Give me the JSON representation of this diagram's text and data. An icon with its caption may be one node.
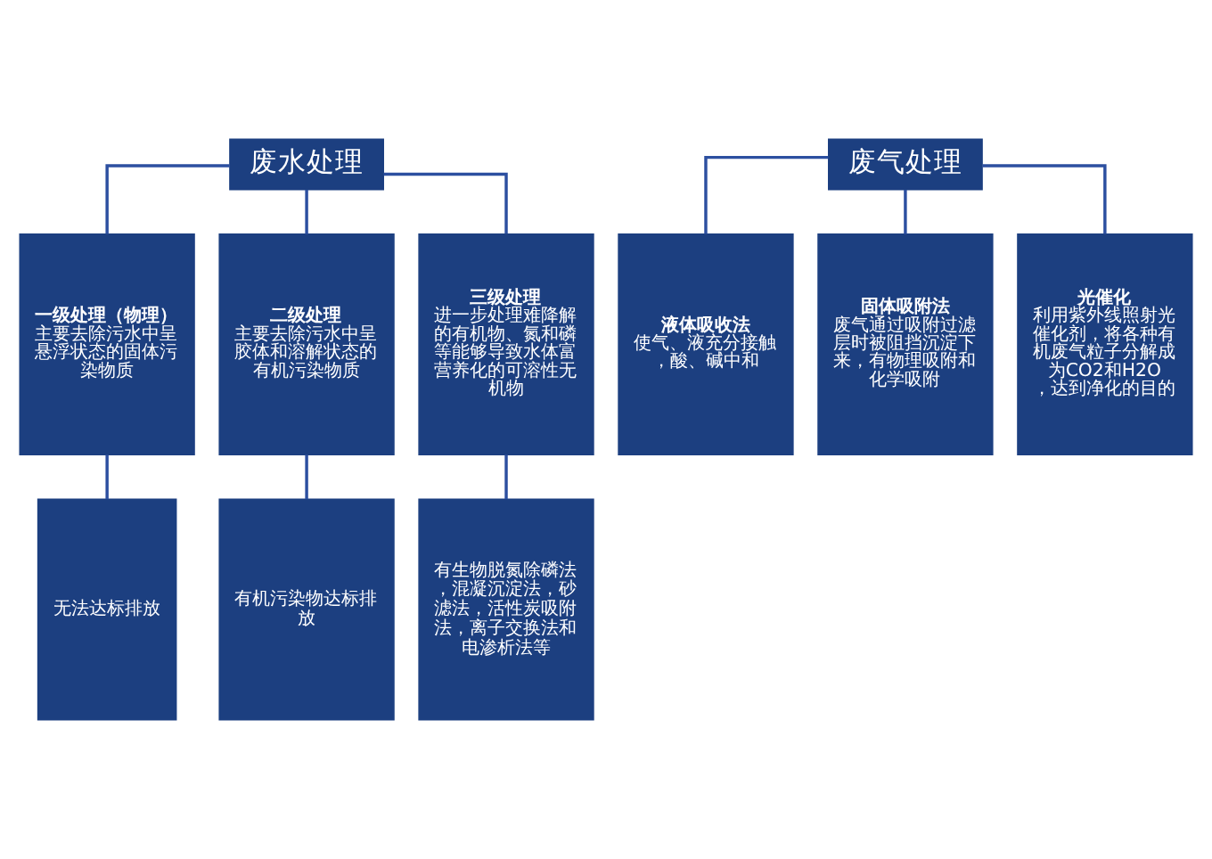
{
  "diagram": {
    "nodes": [
      {
        "text": [
          "废水处理"
        ]
      },
      {
        "text": [
          "一级处理（物理）",
          "主要去除污水中呈悬浮状态的固体污染物质"
        ]
      },
      {
        "text": [
          "二级处理",
          "主要去除污水中呈胶体和溶解状态的有机污染物质"
        ]
      },
      {
        "text": [
          "三级处理",
          "进一步处理难降解的有机物、氮和磷等能够导致水体富营养化的可溶性无机物"
        ]
      },
      {
        "text": [
          "无法达标排放"
        ]
      },
      {
        "text": [
          "有机污染物达标排放"
        ]
      },
      {
        "text": [
          "有生物脱氮除磷法，混凝沉淀法，砂滤法，活性炭吸附法，离子交换法和电渗析法等"
        ]
      },
      {
        "text": [
          "废气处理"
        ]
      },
      {
        "text": [
          "液体吸收法",
          "使气、液充分接触，酸、碱中和"
        ]
      },
      {
        "text": [
          "固体吸附法",
          "废气通过吸附过滤层时被阻挡沉淀下来，有物理吸附和化学吸附"
        ]
      },
      {
        "text": [
          "光催化",
          "利用紫外线照射光催化剂，将各种有机废气粒子分解成为CO2和H2O，达到净化的目的"
        ]
      }
    ],
    "edges": [
      {
        "from": 0,
        "to": 1,
        "arrow": "none"
      },
      {
        "from": 0,
        "to": 2,
        "arrow": "none"
      },
      {
        "from": 0,
        "to": 3,
        "arrow": "none"
      },
      {
        "from": 1,
        "to": 4,
        "arrow": "none"
      },
      {
        "from": 2,
        "to": 5,
        "arrow": "none"
      },
      {
        "from": 3,
        "to": 6,
        "arrow": "none"
      },
      {
        "from": 7,
        "to": 8,
        "arrow": "none"
      },
      {
        "from": 7,
        "to": 9,
        "arrow": "none"
      },
      {
        "from": 7,
        "to": 10,
        "arrow": "none"
      }
    ]
  }
}
